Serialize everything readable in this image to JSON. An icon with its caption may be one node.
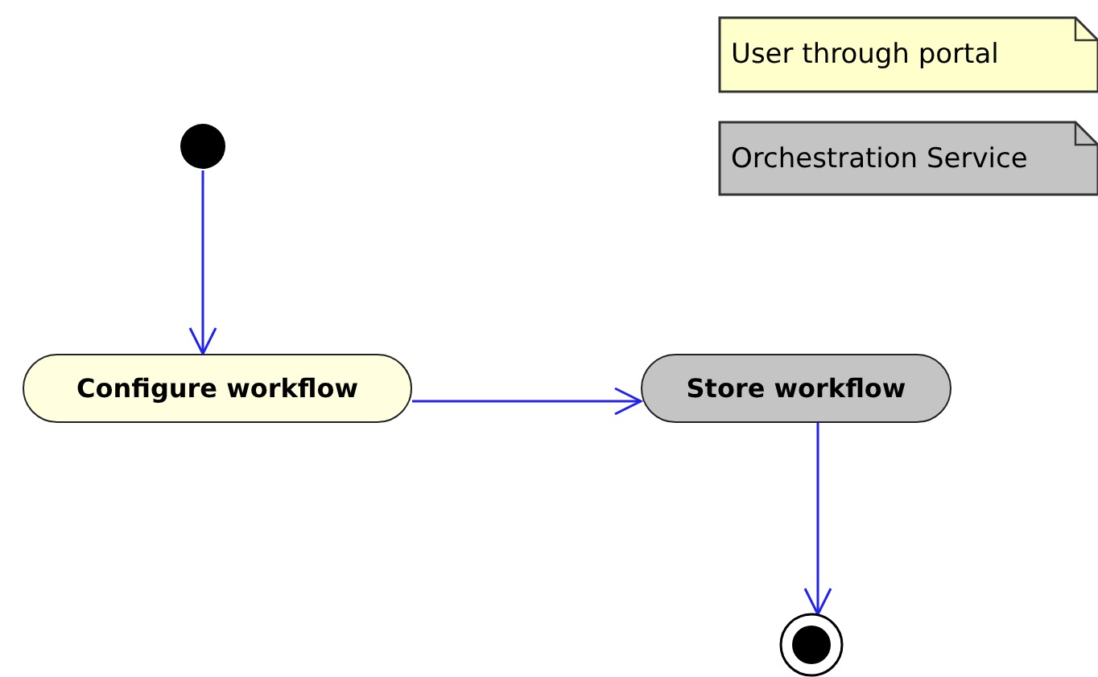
{
  "diagram": {
    "nodes": [
      {
        "text": [],
        "shape": "circle"
      },
      {
        "text": [
          "Configure workflow"
        ]
      },
      {
        "text": [
          "Store workflow"
        ]
      },
      {
        "text": [],
        "shape": "circle"
      }
    ],
    "edges": [
      {
        "from": 0,
        "to": 1,
        "arrow": "to"
      },
      {
        "from": 1,
        "to": 2,
        "arrow": "to"
      },
      {
        "from": 2,
        "to": 3,
        "arrow": "to"
      }
    ],
    "legend": [
      {
        "text": "User through portal",
        "color": "#ffffcc"
      },
      {
        "text": "Orchestration Service",
        "color": "#c4c4c4"
      }
    ]
  }
}
